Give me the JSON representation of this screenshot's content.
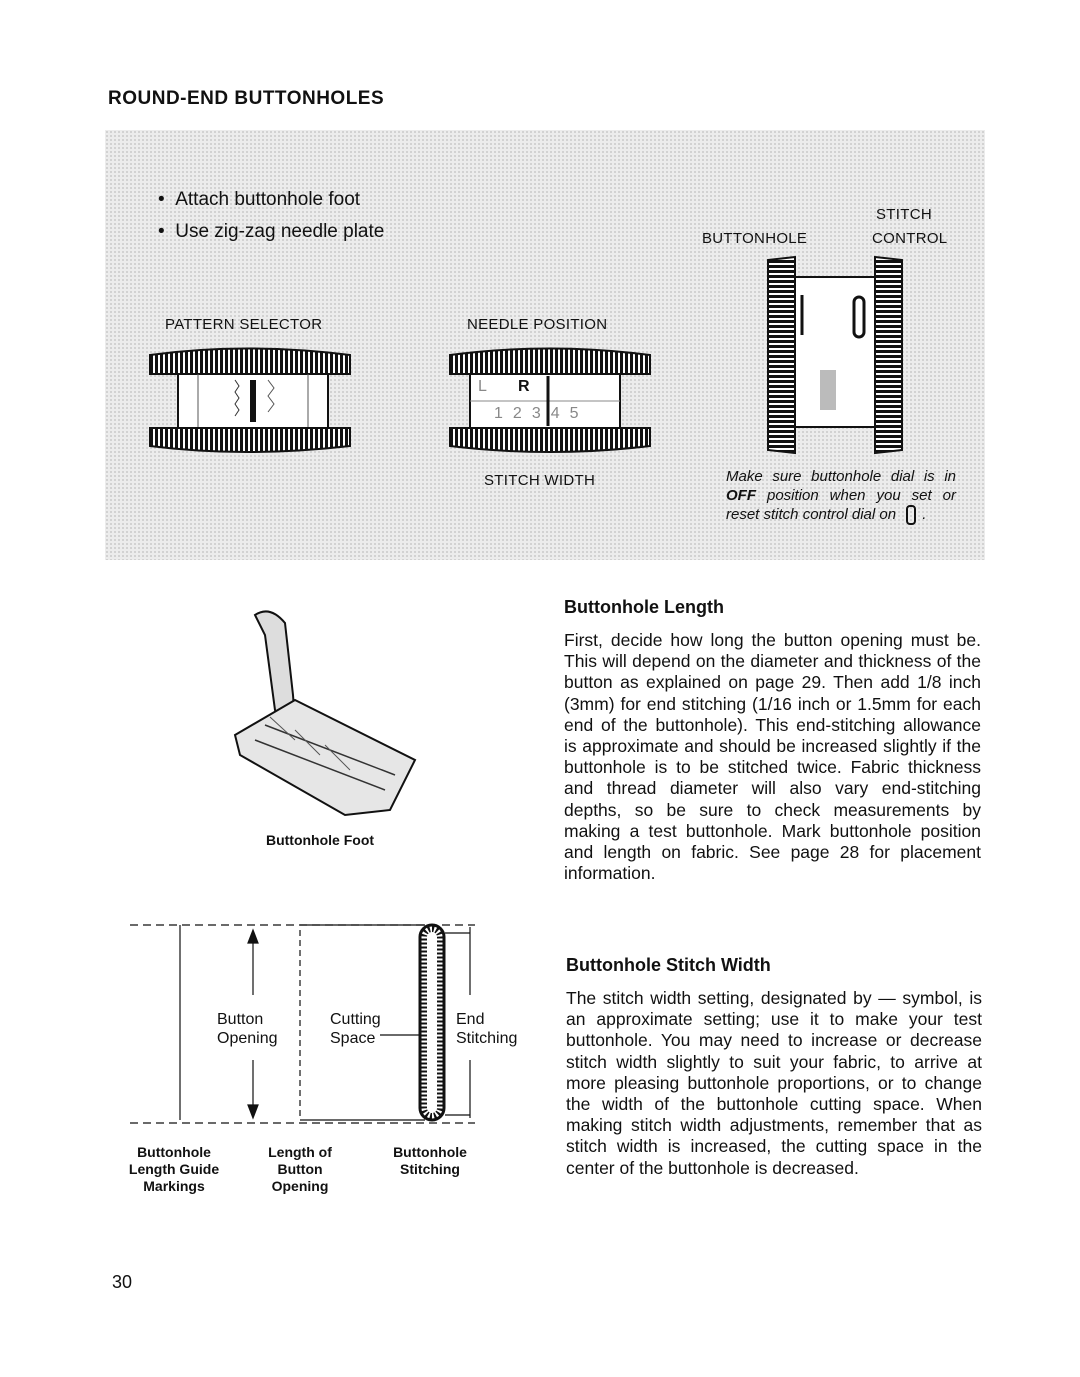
{
  "section_title": "ROUND-END BUTTONHOLES",
  "panel": {
    "bullets": [
      "Attach buttonhole foot",
      "Use zig-zag needle plate"
    ],
    "labels": {
      "pattern_selector": "PATTERN SELECTOR",
      "needle_position": "NEEDLE POSITION",
      "stitch_width": "STITCH WIDTH",
      "buttonhole": "BUTTONHOLE",
      "stitch": "STITCH",
      "control": "CONTROL"
    },
    "needle_dial": {
      "row1": [
        "L",
        "R"
      ],
      "row2": [
        "1",
        "2",
        "3",
        "4",
        "5"
      ]
    },
    "note": {
      "text1": "Make sure buttonhole dial is in ",
      "bold": "OFF",
      "text2": " position when you set or reset stitch control dial on",
      "end": "."
    }
  },
  "foot_caption": "Buttonhole Foot",
  "diagram": {
    "button_opening": [
      "Button",
      "Opening"
    ],
    "cutting_space": [
      "Cutting",
      "Space"
    ],
    "end_stitching": [
      "End",
      "Stitching"
    ],
    "captions": [
      [
        "Buttonhole",
        "Length Guide",
        "Markings"
      ],
      [
        "Length of",
        "Button",
        "Opening"
      ],
      [
        "Buttonhole",
        "Stitching"
      ]
    ]
  },
  "buttonhole_length": {
    "heading": "Buttonhole Length",
    "body": "First, decide how long the button opening must be. This will depend on the diameter and thickness of the button as explained on page 29. Then add 1/8 inch (3mm) for end stitching (1/16 inch or 1.5mm for each end of the buttonhole). This end-stitching allowance is approximate and should be increased slightly if the buttonhole is to be stitched twice. Fabric thickness and thread diameter will also vary end-stitching depths, so be sure to check measurements by making a test buttonhole. Mark buttonhole position and length on fabric. See page 28 for placement information."
  },
  "buttonhole_stitch_width": {
    "heading": "Buttonhole Stitch Width",
    "body": "The stitch width setting, designated by — symbol, is an approximate setting; use it to make your test buttonhole. You may need to increase or decrease stitch width slightly to suit your fabric, to arrive at more pleasing buttonhole proportions, or to change the width of the buttonhole cutting space. When making stitch width adjustments, remember that as stitch width is increased, the cutting space in the center of the buttonhole is decreased."
  },
  "page_number": "30"
}
